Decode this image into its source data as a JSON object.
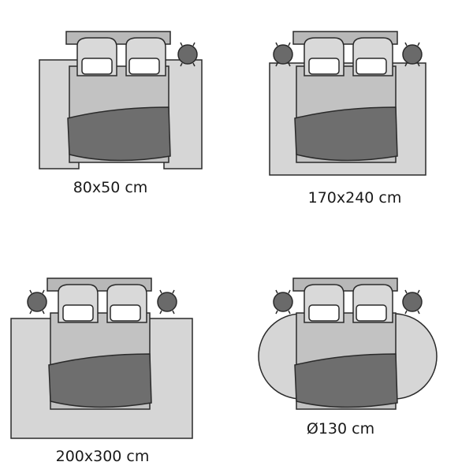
{
  "layouts": [
    {
      "id": "runner",
      "label": "80x50 cm"
    },
    {
      "id": "medium-rect",
      "label": "170x240 cm"
    },
    {
      "id": "large-rect",
      "label": "200x300 cm"
    },
    {
      "id": "oval",
      "label": "Ø130 cm"
    }
  ],
  "colors": {
    "rug": "#d6d6d6",
    "bed_frame": "#b8b8b8",
    "mattress": "#c2c2c2",
    "blanket": "#6e6e6e",
    "lamp": "#6a6a6a",
    "outline": "#2a2a2a"
  }
}
